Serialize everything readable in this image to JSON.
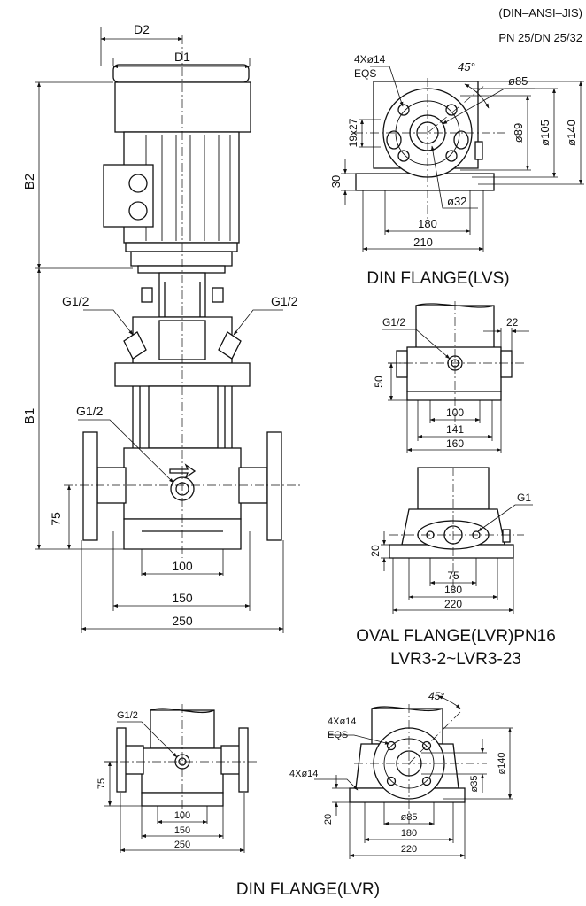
{
  "header": {
    "standard": "(DIN–ANSI–JIS)",
    "pressure": "PN 25/DN 25/32"
  },
  "main_view": {
    "d2": "D2",
    "d1": "D1",
    "b2": "B2",
    "b1": "B1",
    "g_left": "G1/2",
    "g_right": "G1/2",
    "g_mid": "G1/2",
    "d75": "75",
    "d100": "100",
    "d150": "150",
    "d250": "250"
  },
  "din_lvs": {
    "holes": "4Xø14",
    "eqs": "EQS",
    "angle": "45°",
    "d85": "ø85",
    "d19x27": "19x27",
    "d89": "ø89",
    "d105": "ø105",
    "d140": "ø140",
    "d30": "30",
    "d32": "ø32",
    "d180": "180",
    "d210": "210",
    "caption": "DIN FLANGE(LVS)"
  },
  "oval_top": {
    "g": "G1/2",
    "d22": "22",
    "d50": "50",
    "d100": "100",
    "d141": "141",
    "d160": "160"
  },
  "oval_bottom": {
    "g": "G1",
    "d20": "20",
    "d75": "75",
    "d180": "180",
    "d220": "220",
    "caption1": "OVAL FLANGE(LVR)PN16",
    "caption2": "LVR3-2~LVR3-23"
  },
  "din_lvr_left": {
    "g": "G1/2",
    "d75": "75",
    "d100": "100",
    "d150": "150",
    "d250": "250"
  },
  "din_lvr_right": {
    "holes_top": "4Xø14",
    "eqs": "EQS",
    "holes_side": "4Xø14",
    "angle": "45°",
    "d140": "ø140",
    "d35": "ø35",
    "d20": "20",
    "d85": "ø85",
    "d180": "180",
    "d220": "220",
    "caption": "DIN FLANGE(LVR)"
  }
}
